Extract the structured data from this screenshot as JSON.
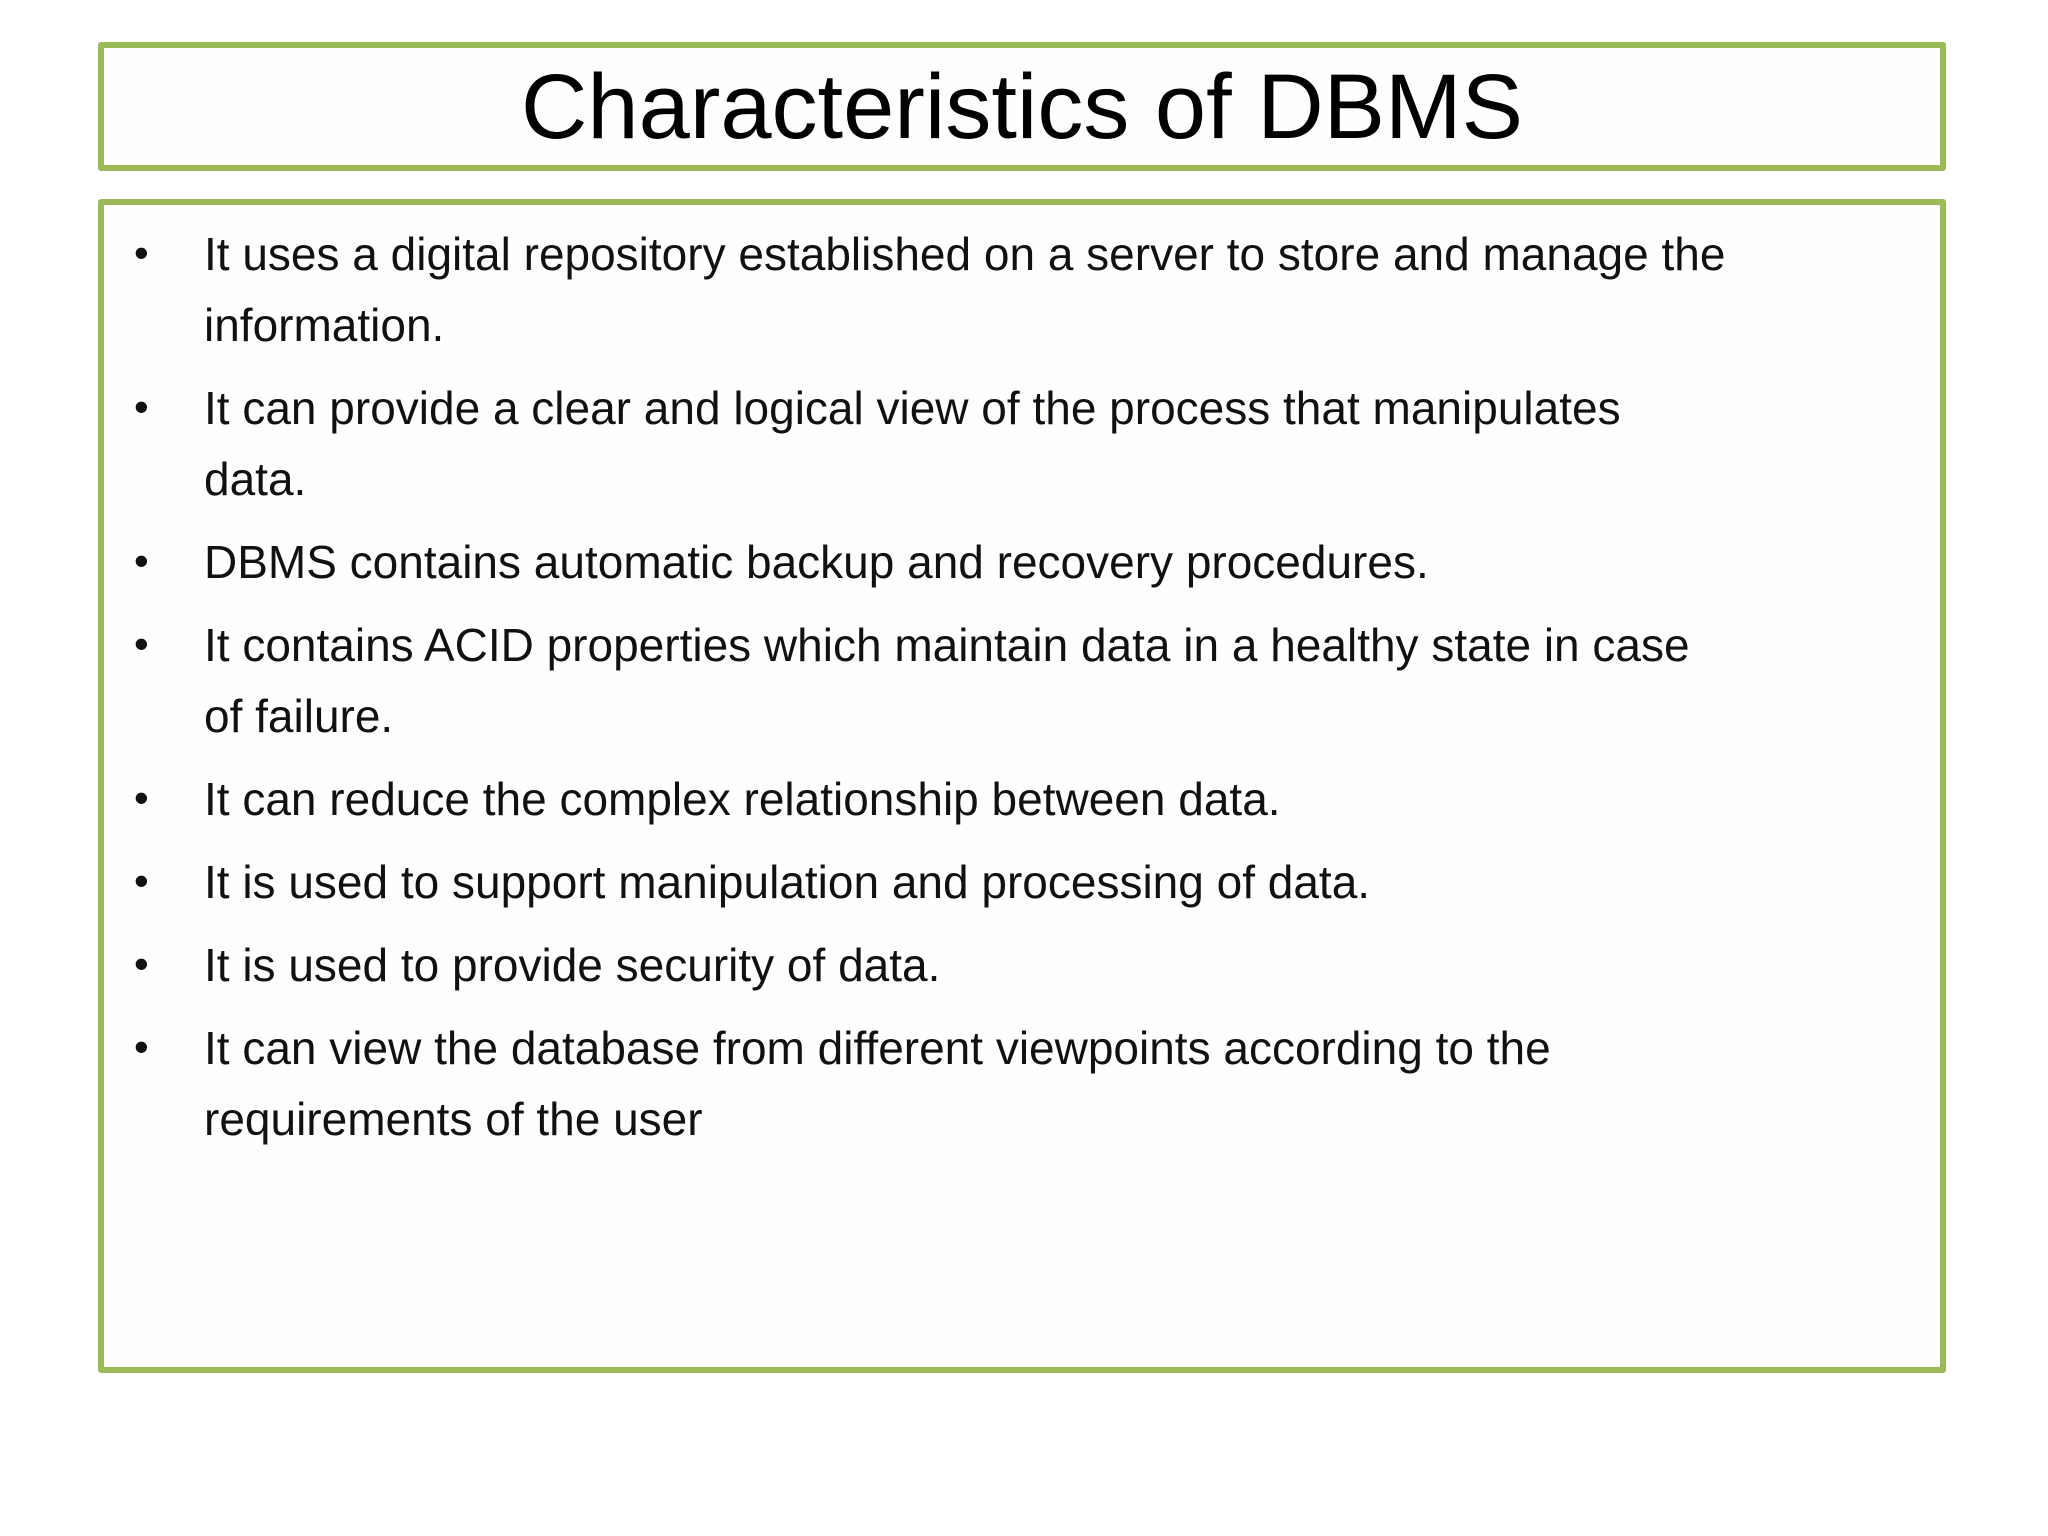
{
  "slide": {
    "title": "Characteristics of DBMS",
    "bullet_char": "•",
    "bullets": [
      "It uses a digital repository established on a server to store and manage the\ninformation.",
      "It can provide a clear and logical view of the process that manipulates\ndata.",
      "DBMS contains automatic backup and recovery procedures.",
      "It contains ACID properties which maintain data in a healthy state in case\nof failure.",
      "It can reduce the complex relationship between data.",
      "It is used to support manipulation and processing of data.",
      "It is used to provide security of data.",
      "It can view the database from different viewpoints according to the\nrequirements of the user"
    ],
    "colors": {
      "border_green": "#9bbb59",
      "text": "#111111",
      "background": "#ffffff"
    }
  }
}
